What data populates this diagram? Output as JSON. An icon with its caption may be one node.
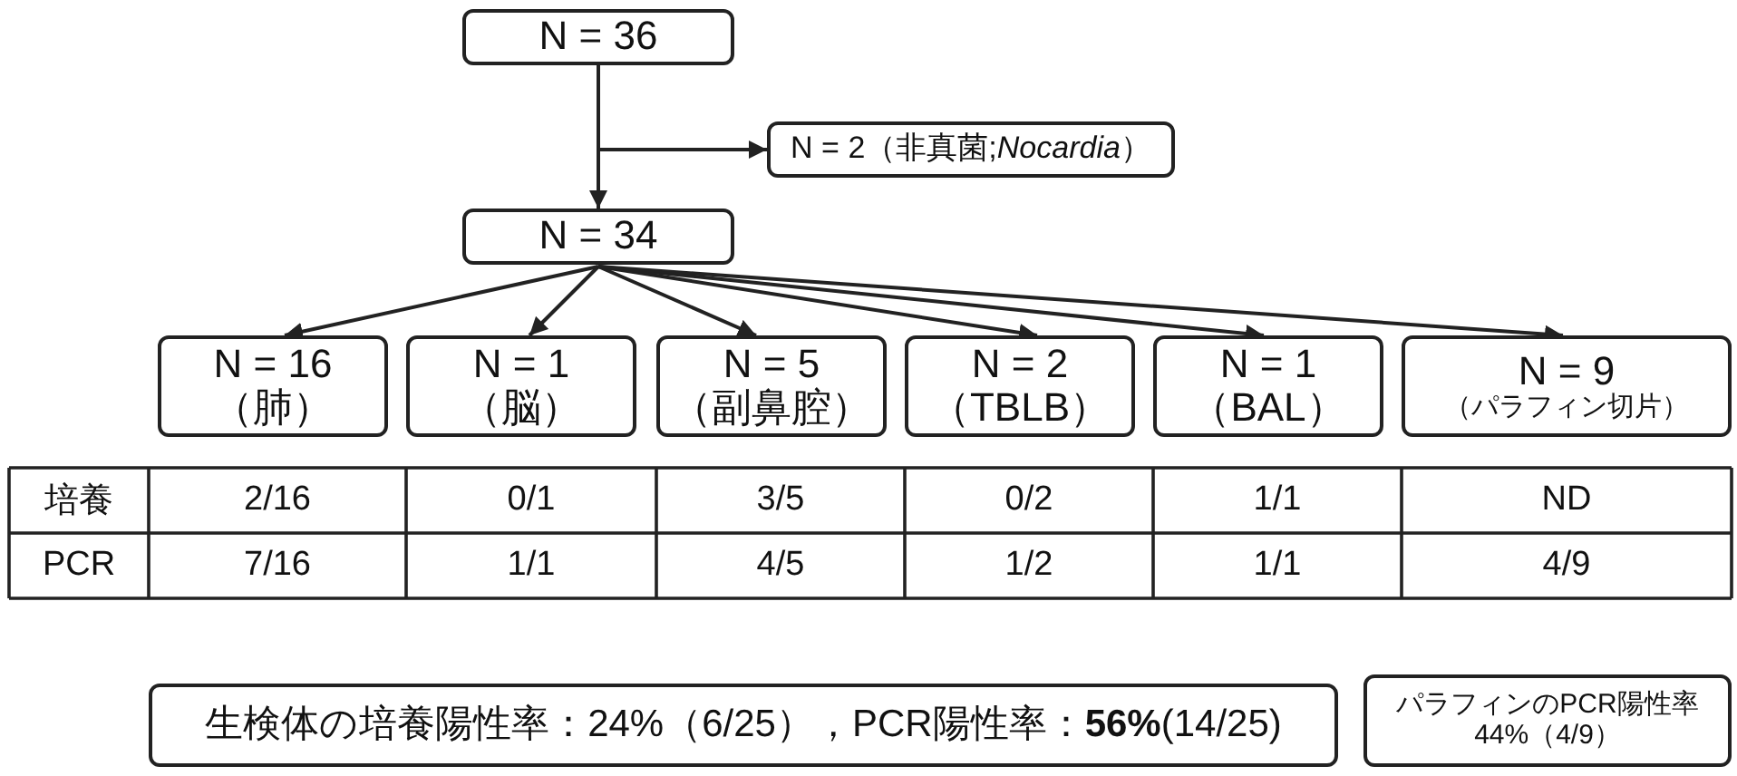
{
  "diagram": {
    "nodes": [
      {
        "text": [
          "N = 36"
        ]
      },
      {
        "text": [
          "N = 2（非真菌;*Nocardia*）"
        ]
      },
      {
        "text": [
          "N = 34"
        ]
      },
      {
        "text": [
          "N = 16",
          "（肺）"
        ]
      },
      {
        "text": [
          "N = 1",
          "（脳）"
        ]
      },
      {
        "text": [
          "N = 5",
          "（副鼻腔）"
        ]
      },
      {
        "text": [
          "N = 2",
          "（TBLB）"
        ]
      },
      {
        "text": [
          "N = 1",
          "（BAL）"
        ]
      },
      {
        "text": [
          "N = 9",
          "（パラフィン切片）"
        ]
      },
      {
        "text": [
          "生検体の培養陽性率：24%（6/25），PCR陽性率：**56%**(14/25)"
        ]
      },
      {
        "text": [
          "パラフィンのPCR陽性率",
          "44%（4/9）"
        ]
      }
    ],
    "edges": [
      {
        "from": 0,
        "to": 2,
        "arrow": "to"
      },
      {
        "from": 0,
        "to": 1,
        "arrow": "to"
      },
      {
        "from": 2,
        "to": 3,
        "arrow": "to"
      },
      {
        "from": 2,
        "to": 4,
        "arrow": "to"
      },
      {
        "from": 2,
        "to": 5,
        "arrow": "to"
      },
      {
        "from": 2,
        "to": 6,
        "arrow": "to"
      },
      {
        "from": 2,
        "to": 7,
        "arrow": "to"
      },
      {
        "from": 2,
        "to": 8,
        "arrow": "to"
      }
    ],
    "labels": [
      "培養",
      "2/16",
      "0/1",
      "3/5",
      "0/2",
      "1/1",
      "ND",
      "PCR",
      "7/16",
      "1/1",
      "4/5",
      "1/2",
      "1/1",
      "4/9"
    ]
  }
}
